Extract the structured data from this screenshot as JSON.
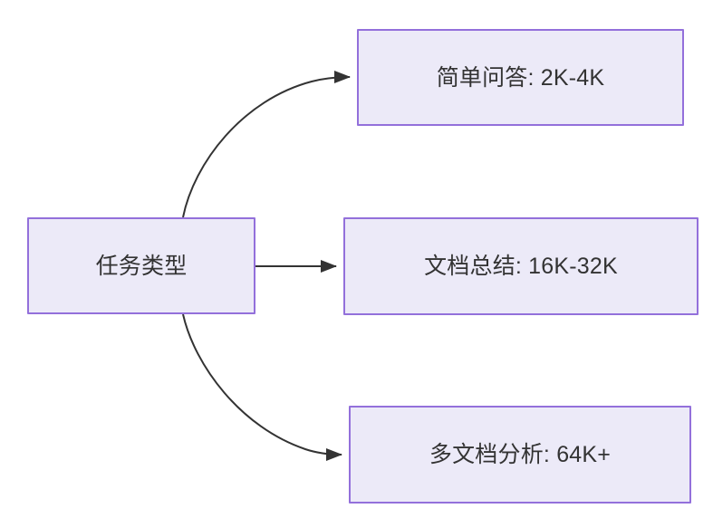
{
  "diagram": {
    "type": "flowchart",
    "direction": "left-to-right",
    "background_color": "#FFFFFF",
    "node_fill_color": "#ECEAF8",
    "node_border_color": "#9370DB",
    "node_text_color": "#333333",
    "edge_color": "#333333",
    "root": {
      "id": "root",
      "label": "任务类型"
    },
    "branches": [
      {
        "id": "simple-qa",
        "label": "简单问答: 2K-4K",
        "task": "简单问答",
        "context_length": "2K-4K",
        "edge_style": "curved"
      },
      {
        "id": "doc-sum",
        "label": "文档总结: 16K-32K",
        "task": "文档总结",
        "context_length": "16K-32K",
        "edge_style": "straight"
      },
      {
        "id": "multi-doc",
        "label": "多文档分析: 64K+",
        "task": "多文档分析",
        "context_length": "64K+",
        "edge_style": "curved"
      }
    ]
  }
}
